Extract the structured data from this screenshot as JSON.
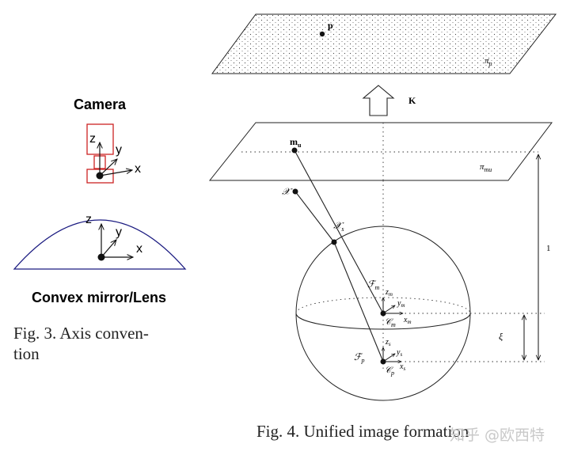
{
  "fig3": {
    "camera_title": "Camera",
    "mirror_title": "Convex mirror/Lens",
    "axis_z": "z",
    "axis_y": "y",
    "axis_x": "x",
    "caption_line1": "Fig. 3.    Axis conven-",
    "caption_line2": "tion"
  },
  "fig4": {
    "label_p": "p",
    "label_pi_p": "π",
    "label_pi_p_sub": "p",
    "label_K": "K",
    "label_m_u": "m",
    "label_m_u_sub": "u",
    "label_pi_mu": "π",
    "label_pi_mu_sub": "mu",
    "label_X": "𝒳",
    "label_Xs": "𝒳",
    "label_Xs_sub": "s",
    "label_Fm": "ℱ",
    "label_Fm_sub": "m",
    "label_zm": "z",
    "label_zm_sub": "m",
    "label_ym": "y",
    "label_ym_sub": "m",
    "label_Cm": "𝒞",
    "label_Cm_sub": "m",
    "label_xm": "x",
    "label_xm_sub": "m",
    "label_Fp": "ℱ",
    "label_Fp_sub": "p",
    "label_zs": "z",
    "label_zs_sub": "s",
    "label_ys": "y",
    "label_ys_sub": "s",
    "label_Cp": "𝒞",
    "label_Cp_sub": "p",
    "label_xs": "x",
    "label_xs_sub": "s",
    "label_one": "1",
    "label_xi": "ξ",
    "caption": "Fig. 4.    Unified image formation"
  },
  "watermark": "知乎 @欧西特",
  "colors": {
    "camera_box": "#cc2222",
    "mirror_arc": "#1a1a80",
    "ink": "#111111"
  }
}
